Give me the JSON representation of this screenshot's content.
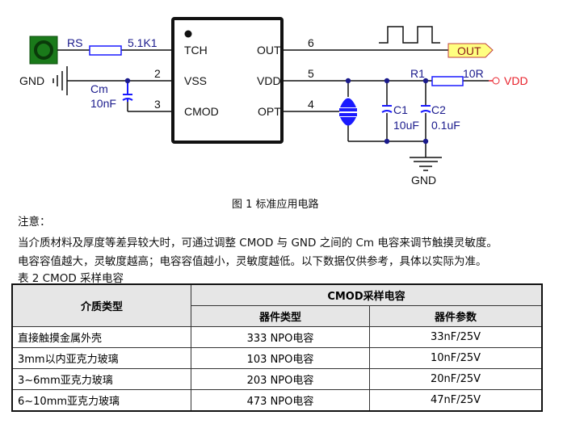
{
  "schematic": {
    "rs_label": "RS",
    "rs_value": "5.1K1",
    "gnd_left": "GND",
    "cm_label": "Cm",
    "cm_value": "10nF",
    "pins_left": [
      {
        "num": "",
        "name": "TCH"
      },
      {
        "num": "2",
        "name": "VSS"
      },
      {
        "num": "3",
        "name": "CMOD"
      }
    ],
    "pins_right": [
      {
        "num": "6",
        "name": "OUT"
      },
      {
        "num": "5",
        "name": "VDD"
      },
      {
        "num": "4",
        "name": "OPT"
      }
    ],
    "out_tag": "OUT",
    "r1_label": "R1",
    "r1_value": "10R",
    "vdd_label": "VDD",
    "c1_label": "C1",
    "c1_value": "10uF",
    "c2_label": "C2",
    "c2_value": "0.1uF",
    "gnd_right": "GND",
    "colors": {
      "component": "#1a1aff",
      "label": "#1a1a8c",
      "pad": "#1a7a1a",
      "out_tag": "#ffff80",
      "vdd": "#e8202a"
    }
  },
  "caption": "图 1 标准应用电路",
  "note_title": "注意：",
  "note_lines": [
    "当介质材料及厚度等差异较大时，可通过调整 CMOD 与 GND 之间的 Cm 电容来调节触摸灵敏度。",
    "电容容值越大，灵敏度越高；电容容值越小，灵敏度越低。以下数据仅供参考，具体以实际为准。"
  ],
  "table_title": "表 2 CMOD 采样电容",
  "table": {
    "col1_header": "介质类型",
    "group_header": "CMOD采样电容",
    "col2_header": "器件类型",
    "col3_header": "器件参数",
    "rows": [
      [
        "直接触摸金属外壳",
        "333 NPO电容",
        "33nF/25V"
      ],
      [
        "3mm以内亚克力玻璃",
        "103 NPO电容",
        "10nF/25V"
      ],
      [
        "3~6mm亚克力玻璃",
        "203 NPO电容",
        "20nF/25V"
      ],
      [
        "6~10mm亚克力玻璃",
        "473 NPO电容",
        "47nF/25V"
      ]
    ]
  }
}
